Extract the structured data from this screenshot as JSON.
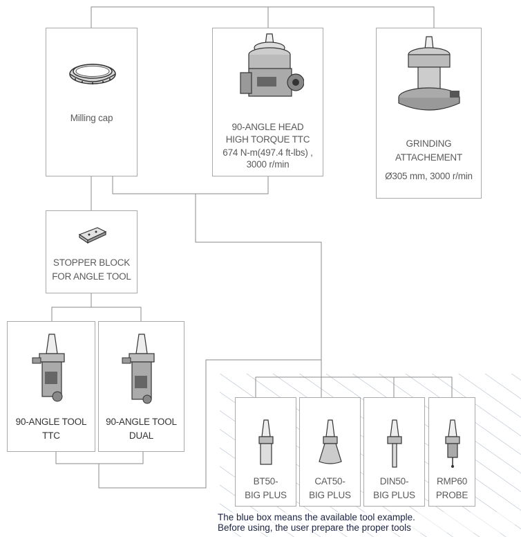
{
  "boxes": {
    "milling_cap": {
      "label": "Milling cap"
    },
    "angle_head": {
      "line1": "90-ANGLE HEAD",
      "line2": "HIGH TORQUE TTC",
      "line3": "674 N-m(497.4 ft-lbs) ,",
      "line4": "3000 r/min"
    },
    "grinding": {
      "line1": "GRINDING",
      "line2": "ATTACHEMENT",
      "line3": "Ø305 mm, 3000 r/min"
    },
    "stopper": {
      "line1": "STOPPER BLOCK",
      "line2": "FOR ANGLE TOOL"
    },
    "angle_ttc": {
      "line1": "90-ANGLE TOOL",
      "line2": "TTC"
    },
    "angle_dual": {
      "line1": "90-ANGLE TOOL",
      "line2": "DUAL"
    },
    "bt50": {
      "line1": "BT50-",
      "line2": "BIG PLUS"
    },
    "cat50": {
      "line1": "CAT50-",
      "line2": "BIG PLUS"
    },
    "din50": {
      "line1": "DIN50-",
      "line2": "BIG PLUS"
    },
    "rmp60": {
      "line1": "RMP60",
      "line2": "PROBE"
    }
  },
  "note": {
    "line1": "The blue box means the available tool example.",
    "line2": "Before using, the user prepare the proper tools"
  },
  "colors": {
    "line": "#8a8a8a",
    "border": "#a9a9a9",
    "hatch": "#a9b7c9",
    "text": "#5a5a5a"
  }
}
